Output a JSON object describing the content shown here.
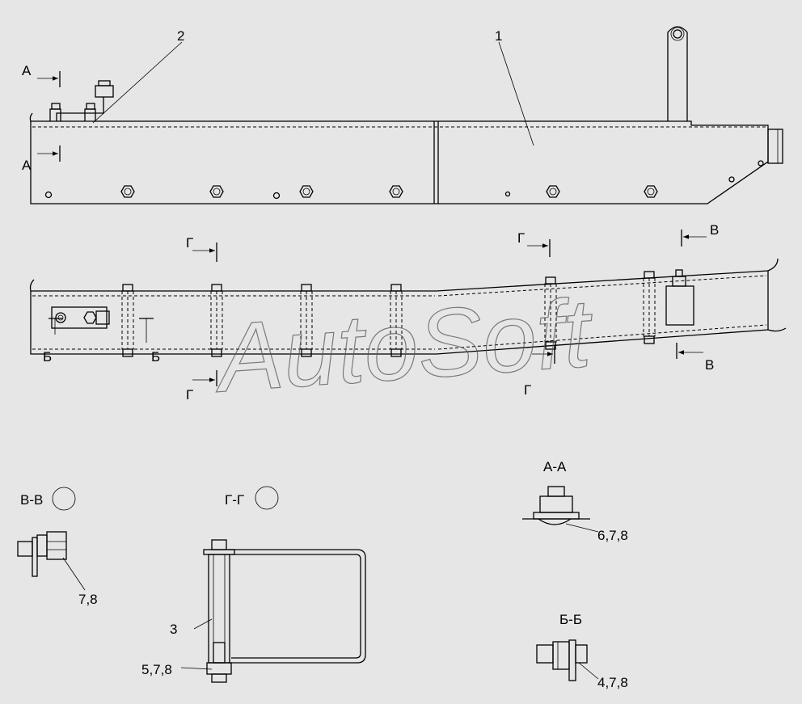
{
  "watermark": "AutoSoft",
  "callouts": {
    "c1": "1",
    "c2": "2",
    "c3": "3",
    "c578": "5,7,8",
    "c78": "7,8",
    "c678": "6,7,8",
    "c478": "4,7,8"
  },
  "section_marks": {
    "a": "А",
    "b": "Б",
    "v": "В",
    "g": "Г"
  },
  "section_titles": {
    "vv": "В-В",
    "gg": "Г-Г",
    "aa": "А-А",
    "bb": "Б-Б"
  }
}
